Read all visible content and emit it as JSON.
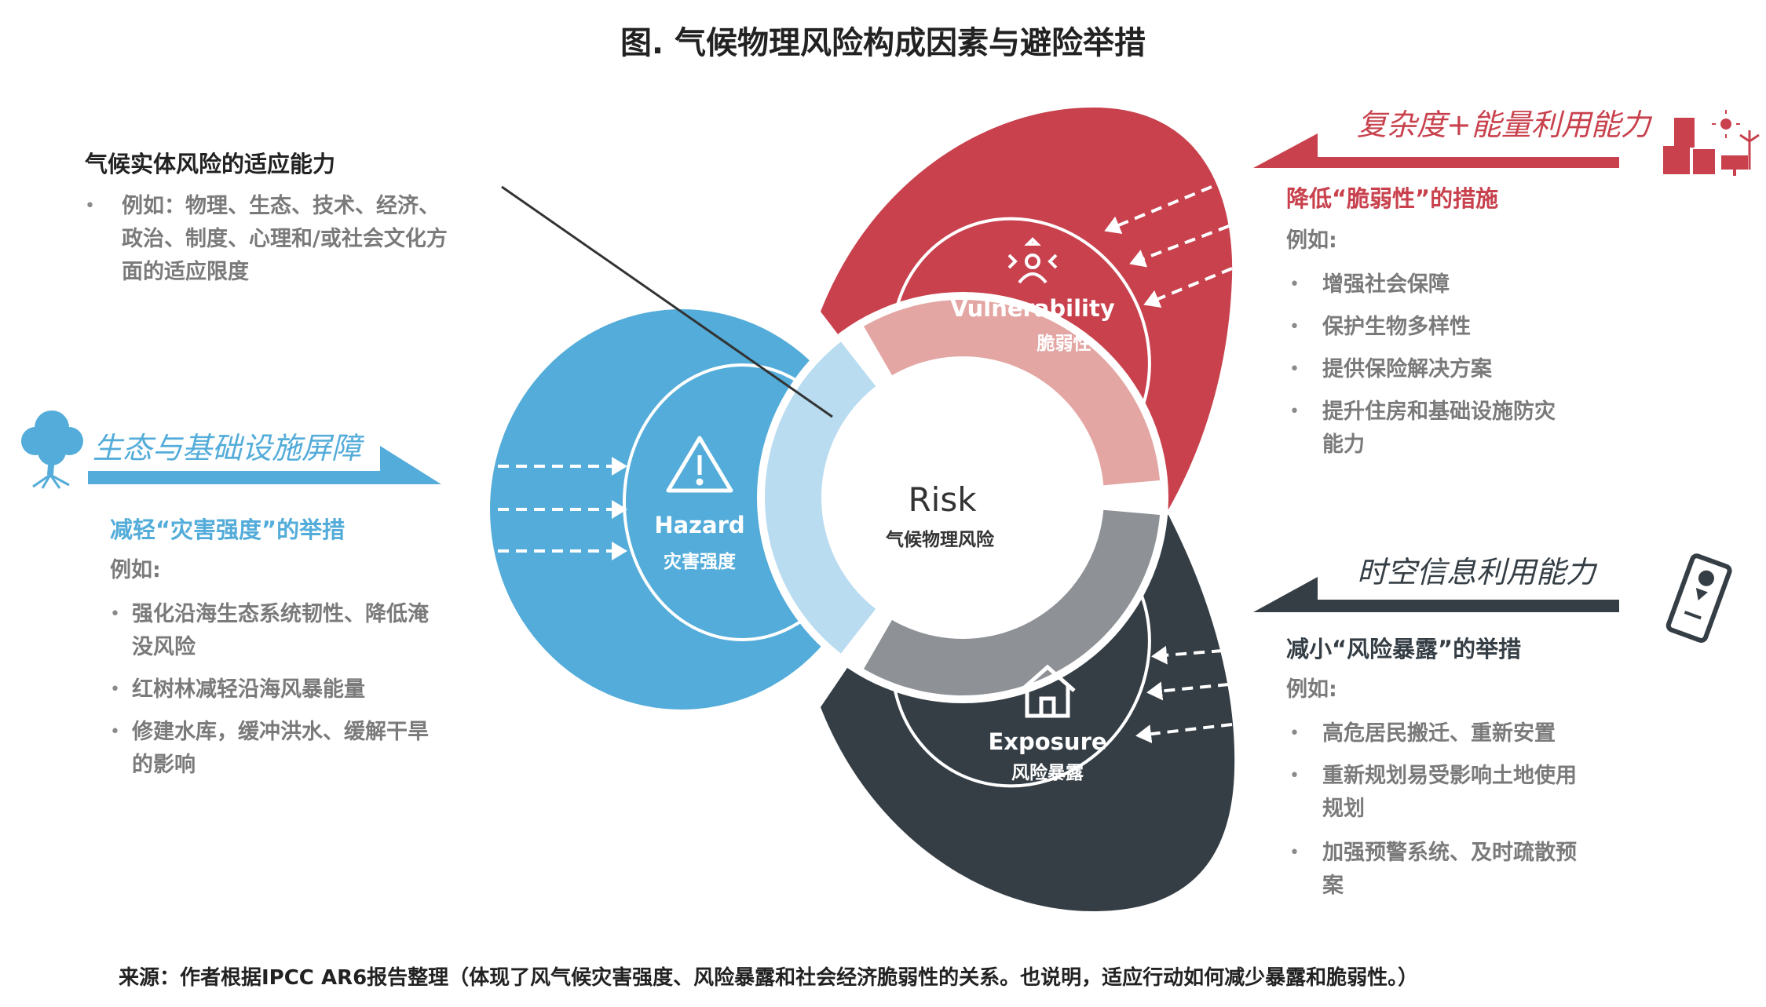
{
  "title": "图. 气候物理风险构成因素与避险举措",
  "adaptive": {
    "heading": "气候实体风险的适应能力",
    "lines": [
      "例如：物理、生态、技术、经济、",
      "政治、制度、心理和/或社会文化方",
      "面的适应限度"
    ]
  },
  "hazard_side": {
    "banner": "生态与基础设施屏障",
    "heading": "减轻“灾害强度”的举措",
    "eg": "例如:",
    "items": [
      [
        "强化沿海生态系统韧性、降低淹",
        "没风险"
      ],
      [
        "红树林减轻沿海风暴能量"
      ],
      [
        "修建水库，缓冲洪水、缓解干旱",
        "的影响"
      ]
    ]
  },
  "vuln_side": {
    "banner": "复杂度+能量利用能力",
    "heading": "降低“脆弱性”的措施",
    "eg": "例如:",
    "items": [
      [
        "增强社会保障"
      ],
      [
        "保护生物多样性"
      ],
      [
        "提供保险解决方案"
      ],
      [
        "提升住房和基础设施防灾",
        "能力"
      ]
    ]
  },
  "exposure_side": {
    "banner": "时空信息利用能力",
    "heading": "减小“风险暴露”的举措",
    "eg": "例如:",
    "items": [
      [
        "高危居民搬迁、重新安置"
      ],
      [
        "重新规划易受影响土地使用",
        "规划"
      ],
      [
        "加强预警系统、及时疏散预",
        "案"
      ]
    ]
  },
  "diagram": {
    "hazard": {
      "en": "Hazard",
      "zh": "灾害强度"
    },
    "vulnerability": {
      "en": "Vulnerability",
      "zh": "脆弱性"
    },
    "exposure": {
      "en": "Exposure",
      "zh": "风险暴露"
    },
    "risk": {
      "en": "Risk",
      "zh": "气候物理风险"
    }
  },
  "footer": "来源：作者根据IPCC AR6报告整理（体现了风气候灾害强度、风险暴露和社会经济脆弱性的关系。也说明，适应行动如何减少暴露和脆弱性。）",
  "colors": {
    "blue": "#53acd9",
    "red": "#c8414d",
    "dark": "#353e45",
    "light_blue": "#b9dcf1",
    "pink": "#e3a6a3",
    "gray": "#8e9196"
  }
}
